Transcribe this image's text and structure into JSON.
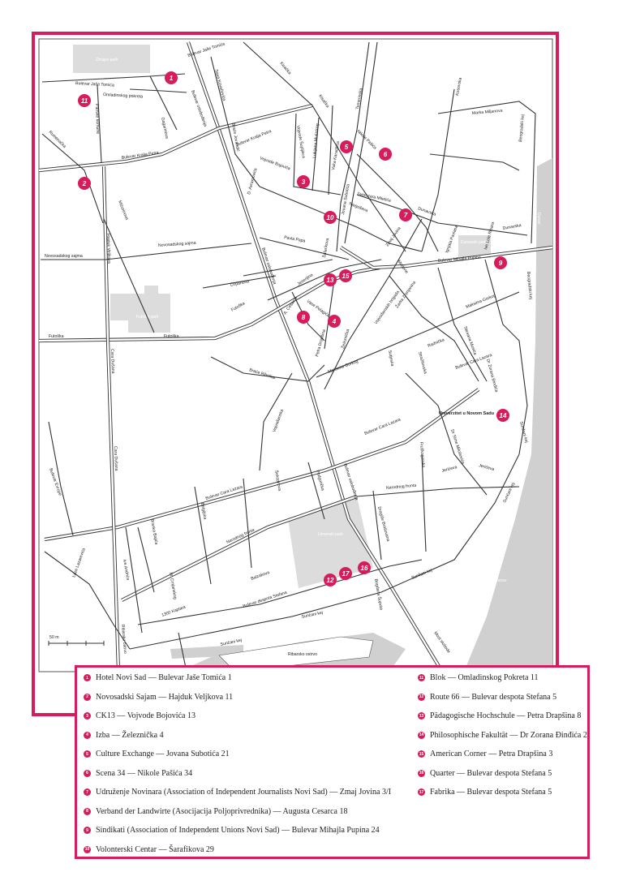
{
  "colors": {
    "accent": "#d81b5a",
    "park": "#dcdcdc",
    "water": "#d0d0d0"
  },
  "map": {
    "parks": {
      "p1": "Zmajev park",
      "p2": "Futoški park",
      "p3": "Dunavski park",
      "p4": "Limanski park"
    },
    "water": {
      "river": "Dunav",
      "island": "Ribarsko ostrvo"
    },
    "university": "Univerzitet u Novom Sadu",
    "scale": "50 m",
    "streets": {
      "bjt1": "Bulevar Jaše Tomića",
      "bjt2": "Bulevar Jaše Tomića",
      "sk": "Sava Kovačevića",
      "kis": "Kisačka",
      "op": "Omladinskog pokreta",
      "pk": "Pariske komune",
      "gag": "Gagarinova",
      "bo1": "Bulevar oslobođenja",
      "bkp1": "Bulevar Kralja Petra",
      "bkp2": "Bulevar Kralja Petra",
      "bj": "Braće Jovandić",
      "rum": "Rumenačka",
      "mm": "Marka Miljanova",
      "kos": "Kosovska",
      "tem": "Temerinska",
      "kis2": "Kisačka",
      "np": "Nikole Pašića",
      "vs": "Vojvode Šupljikca",
      "lm": "Lukijana Mušickog",
      "vk": "Vuka Karadžića",
      "vb": "Vojvode Bojovića",
      "da": "D. Avramovića",
      "sm": "Svetozara Miletića",
      "njeg": "Njegoševa",
      "mic": "Mičurinova",
      "hv": "Hajduk Veljkova",
      "ns1": "Novosadskog sajma",
      "ns2": "Novosadskog sajma",
      "pp": "Pavla Papa",
      "saf": "Šafarikova",
      "js": "Jovana Subotića",
      "zj": "Zmaj Jovina",
      "dun1": "Dunavska",
      "dun2": "Dunavska",
      "mod": "Modene",
      "ip": "Ignjata Pavlasa",
      "ilr": "Ive Lole Ribara",
      "bmp": "Bulevar Mihajla Pupina",
      "bgk": "Beogradski kej",
      "cir": "Ćirpanova",
      "bo2": "Bulevar oslobođenja",
      "jes": "Jesenjina",
      "ac": "A. Cesarca",
      "vp": "Vase Pelagića",
      "pd": "Petra Drapšina",
      "zel": "Železnička",
      "fut1": "Futoška",
      "fut2": "Futoška",
      "fut3": "Futoška",
      "cd1": "Cara Dušana",
      "cd2": "Cara Dušana",
      "vb2": "Vojvođanskih brigada",
      "zz": "Žarka Zrenjanina",
      "mg1": "Maksima Gorkog",
      "mg2": "Maksima Gorkog",
      "sm2": "Stevana Musića",
      "rad": "Radnička",
      "str": "Stražilovska",
      "sut": "Sutjeska",
      "bcl1": "Bulevar Cara Lazara",
      "bcl2": "Bulevar Cara Lazara",
      "bcl3": "Bulevar Cara Lazara",
      "brr": "Braće Ribnikar",
      "zd": "Dr Zorana Đinđića",
      "sk2": "Sunčani kej",
      "sk3": "Sunčani kej",
      "sk4": "Sunčani kej",
      "sk5": "Sunčani kej",
      "vojv": "Vojvođanska",
      "be": "Bulevar Evrope",
      "fru": "Fruškogorska",
      "smi": "Dr Sime Miloševića",
      "jer1": "Jerićeva",
      "jer2": "Jerićeva",
      "nf1": "Narodnog fronta",
      "nf2": "Narodnog fronta",
      "pod": "Podgorička",
      "sek": "Šekspirova",
      "bs": "Bogdana Šuputa",
      "dbar": "Dragiše Brašovana",
      "bst": "Branka Bajića",
      "bel": "Balzakova",
      "bal": "Bulevar despota Stefana",
      "mc": "M. Crnjanskog",
      "ia": "Ive Andrića",
      "lz": "Laze Lazarevića",
      "k1300": "1300 Kaplara",
      "ro": "Ribarsko ostrvo",
      "ms": "Most slobode",
      "bel2": "Belgijska",
      "ras": "Radnička"
    }
  },
  "markers": [
    "1",
    "2",
    "3",
    "4",
    "5",
    "6",
    "7",
    "8",
    "9",
    "10",
    "11",
    "12",
    "13",
    "14",
    "15",
    "16",
    "17"
  ],
  "legend": {
    "left": [
      {
        "n": "1",
        "text": "Hotel Novi Sad — Bulevar Jaše Tomića 1"
      },
      {
        "n": "2",
        "text": "Novosadski Sajam — Hajduk Veljkova 11"
      },
      {
        "n": "3",
        "text": "CK13 — Vojvode Bojovića 13"
      },
      {
        "n": "4",
        "text": "Izba — Železnička 4"
      },
      {
        "n": "5",
        "text": "Culture Exchange — Jovana Subotića 21"
      },
      {
        "n": "6",
        "text": "Scena 34 — Nikole Pašića 34"
      },
      {
        "n": "7",
        "text": "Udruženje Novinara (Association of Independent Journalists Novi Sad) — Zmaj Jovina 3/I"
      },
      {
        "n": "8",
        "text": "Verband der Landwirte (Asocijacija Poljoprivrednika) — Augusta Cesarca 18"
      },
      {
        "n": "9",
        "text": "Sindikati (Association of Independent Unions Novi Sad) — Bulevar Mihajla Pupina 24"
      },
      {
        "n": "10",
        "text": "Volonterski Centar — Šarafikova 29"
      }
    ],
    "right": [
      {
        "n": "11",
        "text": "Blok — Omladinskog Pokreta 11"
      },
      {
        "n": "12",
        "text": "Route 66 — Bulevar despota Stefana 5"
      },
      {
        "n": "13",
        "text": "Pädagogische Hochschule — Petra Drapšina 8"
      },
      {
        "n": "14",
        "text": "Philosophische Fakultät — Dr Zorana Đinđića 2"
      },
      {
        "n": "15",
        "text": "American Corner — Petra Drapšina 3"
      },
      {
        "n": "16",
        "text": "Quarter — Bulevar despota Stefana 5"
      },
      {
        "n": "17",
        "text": "Fabrika — Bulevar despota Stefana 5"
      }
    ]
  }
}
